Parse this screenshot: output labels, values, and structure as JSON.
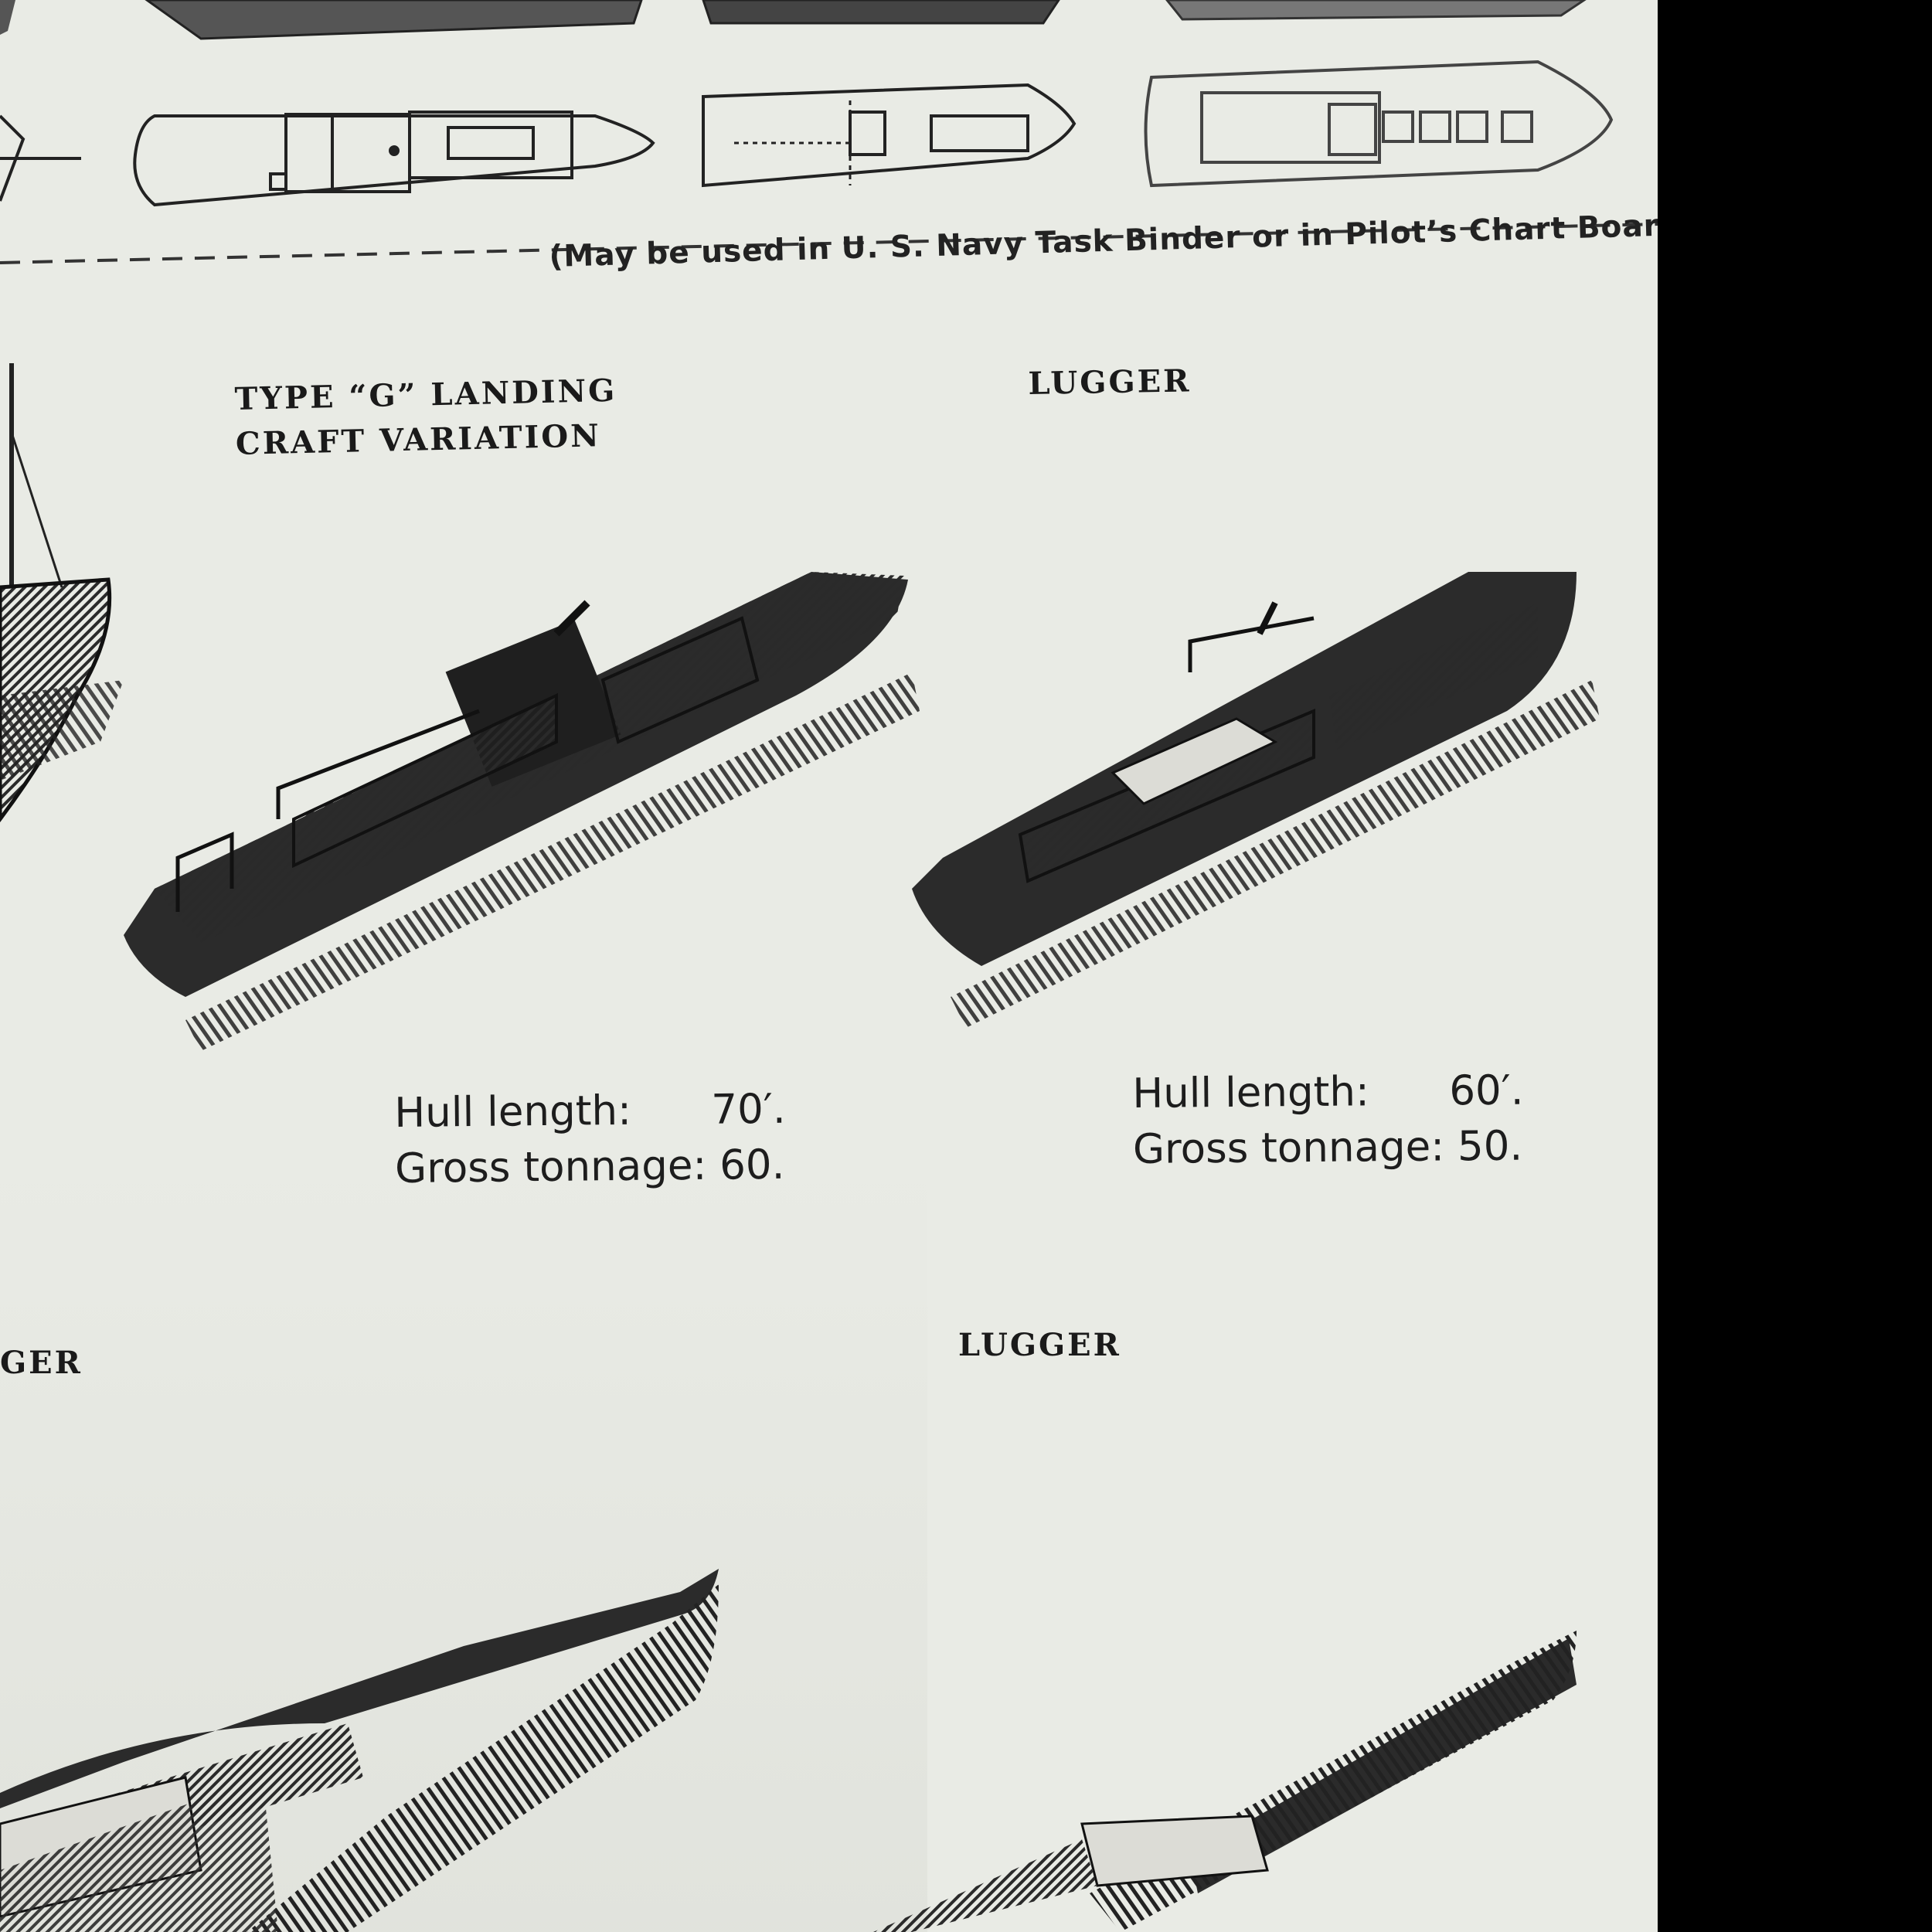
{
  "note": "(May be used in U. S. Navy Task Binder or in Pilot’s Chart Board.)",
  "cards": [
    {
      "title_line1": "TYPE “G” LANDING",
      "title_line2": "CRAFT VARIATION",
      "hull_label": "Hull length:",
      "hull_value": "70′.",
      "tonnage_label": "Gross tonnage:",
      "tonnage_value": "60."
    },
    {
      "title_line1": "LUGGER",
      "title_line2": "",
      "hull_label": "Hull length:",
      "hull_value": "60′.",
      "tonnage_label": "Gross tonnage:",
      "tonnage_value": "50."
    }
  ],
  "lower": {
    "left_title_fragment": "GER",
    "right_title": "LUGGER"
  }
}
